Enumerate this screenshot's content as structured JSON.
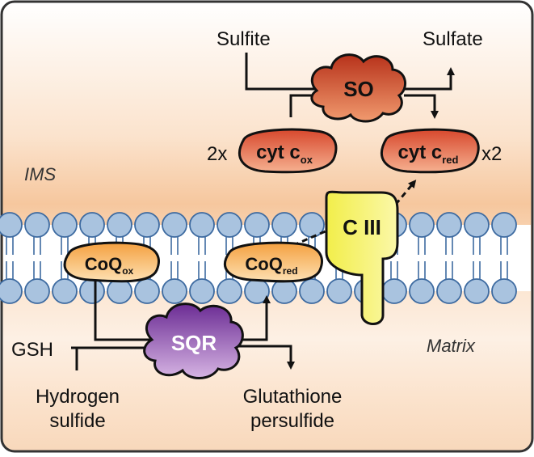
{
  "compartments": {
    "ims": "IMS",
    "matrix": "Matrix"
  },
  "so_reaction": {
    "substrate": "Sulfite",
    "product": "Sulfate",
    "enzyme": "SO",
    "cyt_ox_stoich": "2x",
    "cyt_red_stoich": "x2"
  },
  "cyt_c_ox": {
    "base": "cyt c",
    "sub": "ox"
  },
  "cyt_c_red": {
    "base": "cyt c",
    "sub": "red"
  },
  "coq_ox": {
    "base": "CoQ",
    "sub": "ox"
  },
  "coq_red": {
    "base": "CoQ",
    "sub": "red"
  },
  "complex_iii": "C III",
  "sqr_reaction": {
    "enzyme": "SQR",
    "cosubstrate": "GSH",
    "substrate_line1": "Hydrogen",
    "substrate_line2": "sulfide",
    "product_line1": "Glutathione",
    "product_line2": "persulfide"
  },
  "colors": {
    "ims_gradient": "#f6c79e",
    "lipid_head": "#a9c3df",
    "enzyme_red": "#cf4a2c",
    "coq_orange": "#f4a83c",
    "complex_iii_yellow": "#f3f03c",
    "sqr_purple": "#7a3fa0"
  }
}
